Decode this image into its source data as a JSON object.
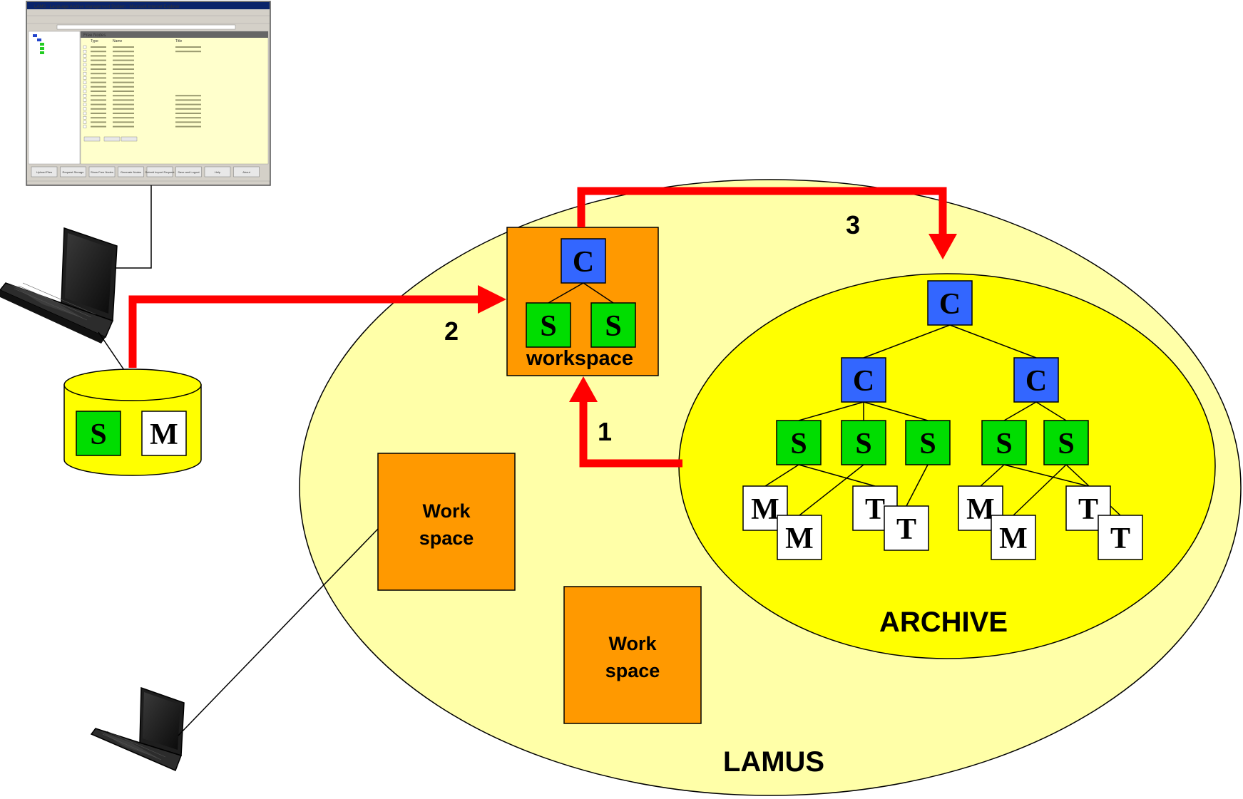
{
  "labels": {
    "lamus": "LAMUS",
    "archive": "ARCHIVE",
    "workspace": "workspace",
    "other_workspace_line1": "Work",
    "other_workspace_line2": "space",
    "step1": "1",
    "step2": "2",
    "step3": "3"
  },
  "node_letters": {
    "corpus": "C",
    "session": "S",
    "media": "M",
    "text": "T"
  },
  "colors": {
    "lamus_fill": "#ffffa8",
    "archive_fill": "#ffff00",
    "workspace_fill": "#ff9900",
    "corpus_fill": "#3366ff",
    "session_fill": "#00dd00",
    "resource_fill": "#ffffff",
    "arrow": "#ff0000"
  },
  "browser": {
    "title": "LAMS - Language Archive Management System - Microsoft Internet Explorer",
    "panel_title": "Free Nodes",
    "columns": [
      "Type",
      "Name",
      "Title"
    ],
    "buttons": [
      "Upload Files",
      "Request Storage",
      "Show Free Nodes",
      "Generate Nodes",
      "Submit Import Request",
      "Save and Logout",
      "Help",
      "About"
    ]
  }
}
